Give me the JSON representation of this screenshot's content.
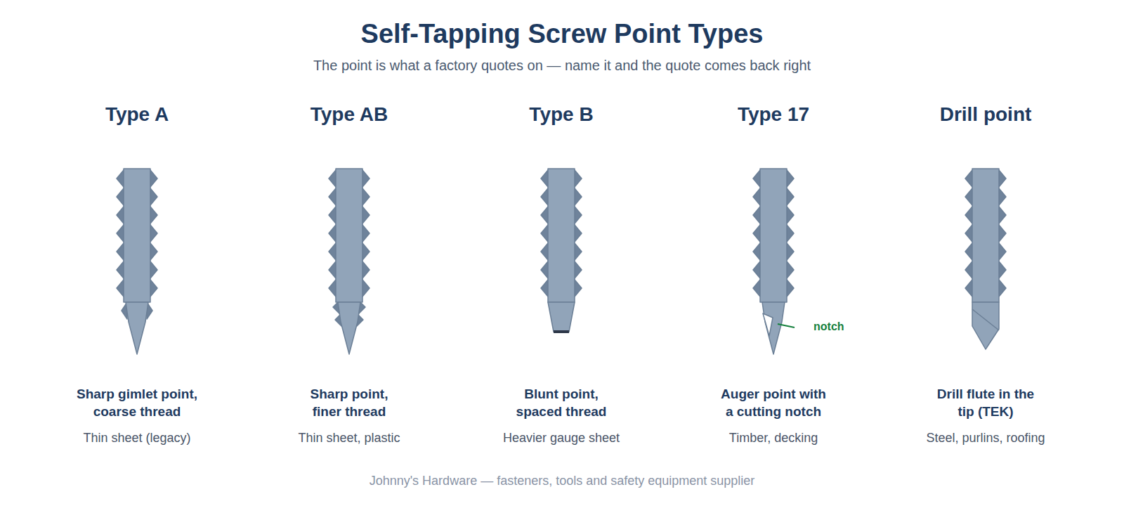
{
  "diagram": {
    "title": "Self-Tapping Screw Point Types",
    "labels": [
      "The point is what a factory quotes on — name it and the quote comes back right",
      "Type A",
      "Sharp gimlet point, coarse thread",
      "Thin sheet (legacy)",
      "Type AB",
      "Sharp point, finer thread",
      "Thin sheet, plastic",
      "Type B",
      "Blunt point, spaced thread",
      "Heavier gauge sheet",
      "Type 17",
      "Auger point with a cutting notch",
      "Timber, decking",
      "Drill point",
      "Drill flute in the tip (TEK)",
      "Steel, purlins, roofing",
      "notch",
      "Johnny's Hardware — fasteners, tools and safety equipment supplier"
    ]
  }
}
